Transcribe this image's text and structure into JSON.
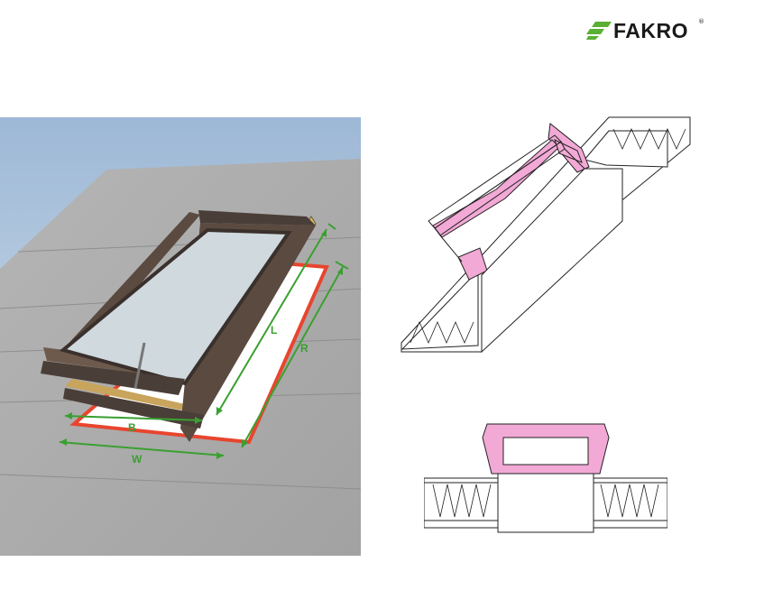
{
  "brand": {
    "name": "FAKRO",
    "registered_mark": "®",
    "accent_color": "#5ab033"
  },
  "photo": {
    "dimension_labels": {
      "B": "B",
      "W": "W",
      "L": "L",
      "R": "R"
    },
    "dimension_color": "#3aa030",
    "opening_outline_color": "#e8452e"
  },
  "section_colors": {
    "frame_highlight": "#f2a9d6",
    "outline": "#222222",
    "insulation_fill": "#ffffff"
  }
}
